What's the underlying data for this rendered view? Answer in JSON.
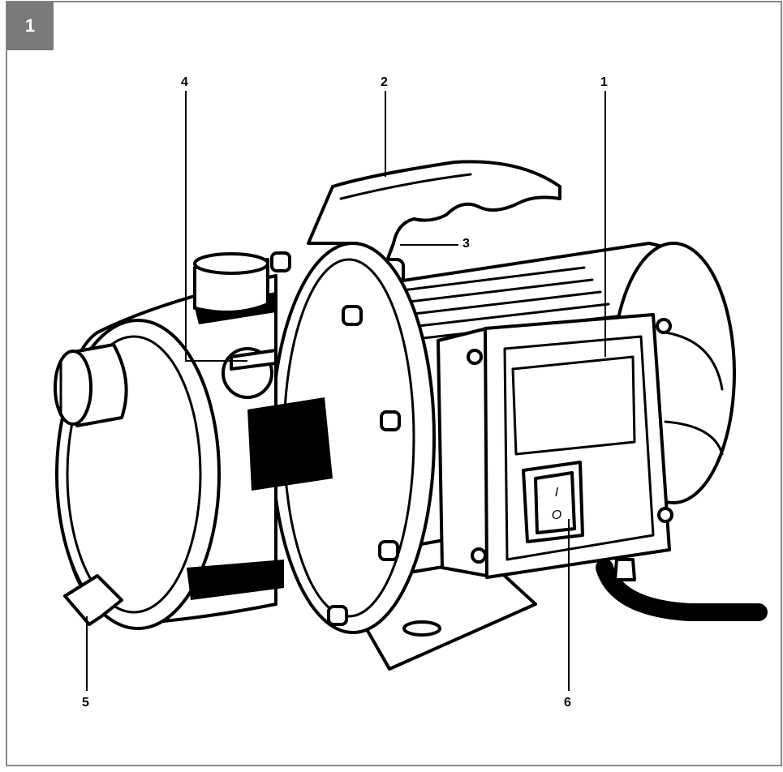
{
  "figure": {
    "number": "1"
  },
  "callouts": [
    {
      "id": "c1",
      "label": "1"
    },
    {
      "id": "c2",
      "label": "2"
    },
    {
      "id": "c3",
      "label": "3"
    },
    {
      "id": "c4",
      "label": "4"
    },
    {
      "id": "c5",
      "label": "5"
    },
    {
      "id": "c6",
      "label": "6"
    }
  ],
  "switch": {
    "on_symbol": "I",
    "off_symbol": "O"
  },
  "colors": {
    "frame": "#8a8a8a",
    "badge": "#7a7a7a",
    "line": "#000000",
    "fill": "#ffffff"
  }
}
